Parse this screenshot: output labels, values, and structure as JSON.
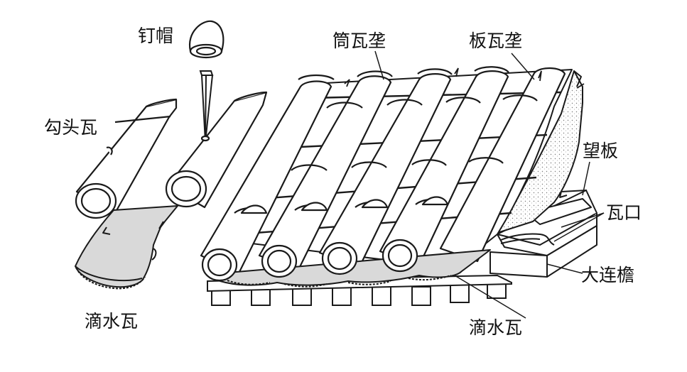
{
  "labels": {
    "nail_cap": "钉帽",
    "hook_tile": "勾头瓦",
    "drip_tile_left": "滴水瓦",
    "cylinder_ridge": "筒瓦垄",
    "flat_ridge": "板瓦垄",
    "roof_board": "望板",
    "tile_mouth": "瓦口",
    "eave_strip": "大连檐",
    "drip_tile_right": "滴水瓦"
  },
  "colors": {
    "ink": "#1a1a1a",
    "shade": "#d9d9d9",
    "paper": "#ffffff",
    "speckle": "#e8e8e8"
  }
}
